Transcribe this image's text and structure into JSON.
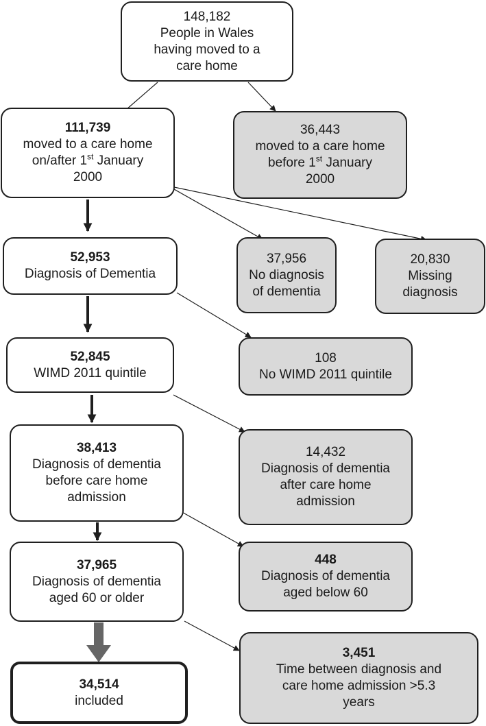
{
  "boxes": {
    "total": {
      "count": "148,182",
      "lines": [
        "People in Wales",
        "having moved to a",
        "care home"
      ]
    },
    "after_2000": {
      "count": "111,739",
      "l1": "moved to a care home",
      "l2a": "on/after 1",
      "l2sup": "st",
      "l2b": " January",
      "l3": "2000"
    },
    "before_2000": {
      "count": "36,443",
      "l1": "moved to a care home",
      "l2a": "before 1",
      "l2sup": "st",
      "l2b": " January",
      "l3": "2000"
    },
    "dementia": {
      "count": "52,953",
      "lines": [
        "Diagnosis of Dementia"
      ]
    },
    "no_dementia": {
      "count": "37,956",
      "lines": [
        "No diagnosis",
        "of dementia"
      ]
    },
    "missing": {
      "count": "20,830",
      "lines": [
        "Missing",
        "diagnosis"
      ]
    },
    "wimd": {
      "count": "52,845",
      "lines": [
        "WIMD 2011 quintile"
      ]
    },
    "no_wimd": {
      "count": "108",
      "lines": [
        "No WIMD 2011 quintile"
      ]
    },
    "before_admission": {
      "count": "38,413",
      "lines": [
        "Diagnosis of dementia",
        "before care home",
        "admission"
      ]
    },
    "after_admission": {
      "count": "14,432",
      "lines": [
        "Diagnosis of dementia",
        "after care home",
        "admission"
      ]
    },
    "aged_60_plus": {
      "count": "37,965",
      "lines": [
        "Diagnosis of dementia",
        "aged 60 or older"
      ]
    },
    "below_60": {
      "count": "448",
      "lines": [
        "Diagnosis of dementia",
        "aged below 60"
      ]
    },
    "included": {
      "count": "34,514",
      "lines": [
        "included"
      ]
    },
    "time_gap": {
      "count": "3,451",
      "lines": [
        "Time between diagnosis and",
        "care home admission >5.3",
        "years"
      ]
    }
  },
  "colors": {
    "included_box_fill": "#ffffff",
    "excluded_box_fill": "#d9d9d9",
    "border": "#1f1f1f",
    "final_arrow": "#666666"
  }
}
